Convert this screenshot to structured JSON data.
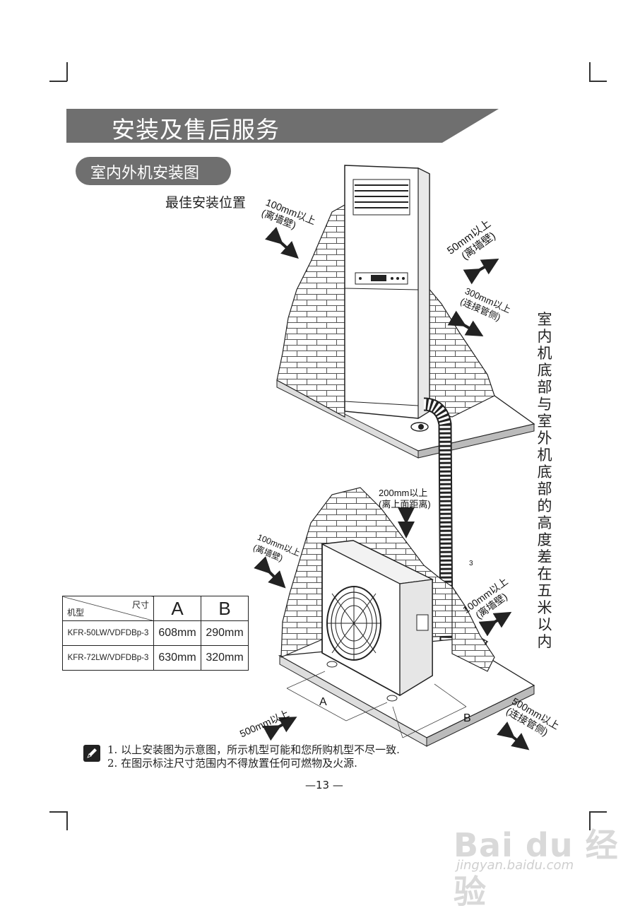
{
  "header": {
    "title": "安装及售后服务",
    "section": "室内外机安装图",
    "best_position": "最佳安装位置"
  },
  "labels": {
    "indoor_left": [
      "100mm以上",
      "(离墙壁)"
    ],
    "indoor_right_top": [
      "50mm以上",
      "(离墙壁)"
    ],
    "indoor_right_pipe": [
      "300mm以上",
      "(连接管侧)"
    ],
    "outdoor_top": [
      "200mm以上",
      "(离上面距离)"
    ],
    "outdoor_left": [
      "100mm以上",
      "(离墙壁)"
    ],
    "outdoor_right": [
      "100mm以上",
      "(离墙壁)"
    ],
    "outdoor_front": "500mm以上",
    "outdoor_pipe_side": [
      "500mm以上",
      "(连接管侧)"
    ],
    "dim_a": "A",
    "dim_b": "B",
    "pipe_mark": "3"
  },
  "vertical_note": "室内机底部与室外机底部的高度差在五米以内",
  "table": {
    "header_size": "尺寸",
    "header_model": "机型",
    "col_a": "A",
    "col_b": "B",
    "rows": [
      {
        "model": "KFR-50LW/VDFDBp-3",
        "a": "608mm",
        "b": "290mm"
      },
      {
        "model": "KFR-72LW/VDFDBp-3",
        "a": "630mm",
        "b": "320mm"
      }
    ]
  },
  "notes": [
    "1. 以上安装图为示意图，所示机型可能和您所购机型不尽一致.",
    "2. 在图示标注尺寸范围内不得放置任何可燃物及火源."
  ],
  "page_number": "—13 —",
  "watermark": {
    "brand": "Bai du 经验",
    "url": "jingyan.baidu.com"
  }
}
